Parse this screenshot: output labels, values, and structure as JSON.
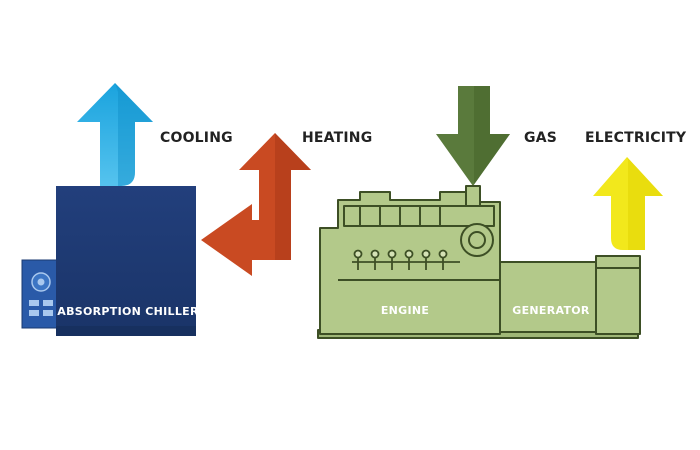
{
  "labels": {
    "cooling": "COOLING",
    "heating": "HEATING",
    "gas": "GAS",
    "electricity": "ELECTRICITY",
    "chiller": "ABSORPTION CHILLER",
    "engine": "ENGINE",
    "generator": "GENERATOR"
  },
  "colors": {
    "cooling_arrow": "#1aa3de",
    "heating_arrow": "#c94a22",
    "gas_arrow": "#5a7a3c",
    "electricity_arrow": "#f2e81c",
    "chiller_body": "#1f3e7a",
    "engine_body": "#b3c98a",
    "engine_outline": "#3d4f25"
  }
}
